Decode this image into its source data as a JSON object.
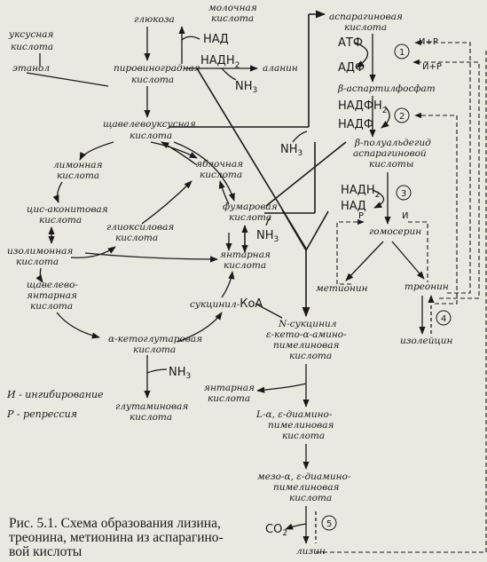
{
  "nodes": {
    "acetic": "уксусная кислота",
    "ethanol": "этанол",
    "glucose": "глюкоза",
    "lactic": "молочная кислота",
    "nad_top": "НАД",
    "nadh_top": "НАДН",
    "pyruvic": "пировиноградная кислота",
    "alanine": "аланин",
    "nh3_alanine": "NH3",
    "oxaloacetic": "щавелевоуксусная кислота",
    "nh3_oxaloacetic": "NH3",
    "citric": "лимонная кислота",
    "malic": "яблочная кислота",
    "cis_aconitic": "цис-аконитовая кислота",
    "glyoxylic": "глиоксиловая кислота",
    "fumaric": "фумаровая кислота",
    "nh3_fumaric": "NH3",
    "isocitric": "изолимонная кислота",
    "succinic": "янтарная кислота",
    "oxalosuccinic": "щавелево-янтарная кислота",
    "succinyl_coa_prefix": "сукцинил-",
    "succinyl_coa_suffix": "КоА",
    "ketoglutaric": "α-кетоглутаровая кислота",
    "nh3_glutamic": "NH3",
    "glutamic": "глутаминовая кислота",
    "asparagine": "аспарагиновая кислота",
    "atp": "АТФ",
    "adp": "АДФ",
    "aspartyl_phosphate": "β-аспартилфосфат",
    "nadph": "НАДФН",
    "nadp": "НАДФ",
    "semialdehyde": "β-полуальдегид аспарагиновой кислоты",
    "nadh2": "НАДН",
    "nad2": "НАД",
    "homoserine": "гомосерин",
    "methionine": "метионин",
    "threonine": "треонин",
    "isoleucine": "изолейцин",
    "n_succinyl": "N-сукцинил ε-кето-α-амино-пимелиновая кислота",
    "succinic2": "янтарная кислота",
    "diaminopimelic": "L-α, ε-диамино-пимелиновая кислота",
    "meso_diaminopimelic": "мезо-α, ε-диамино-пимелиновая кислота",
    "co2": "CO",
    "lysine": "лизин"
  },
  "marks": {
    "i_r_1": "И+Р",
    "i_r_2": "И+Р",
    "r_small": "Р",
    "i_small": "И"
  },
  "steps": [
    "1",
    "2",
    "3",
    "4",
    "5"
  ],
  "legend": {
    "inhibition": "И - ингибирование",
    "repression": "Р - репрессия"
  },
  "caption": {
    "lines": [
      "Рис. 5.1.  Схема образования лизина,",
      "треонина, метионина из аспарагино-",
      "вой кислоты"
    ]
  }
}
